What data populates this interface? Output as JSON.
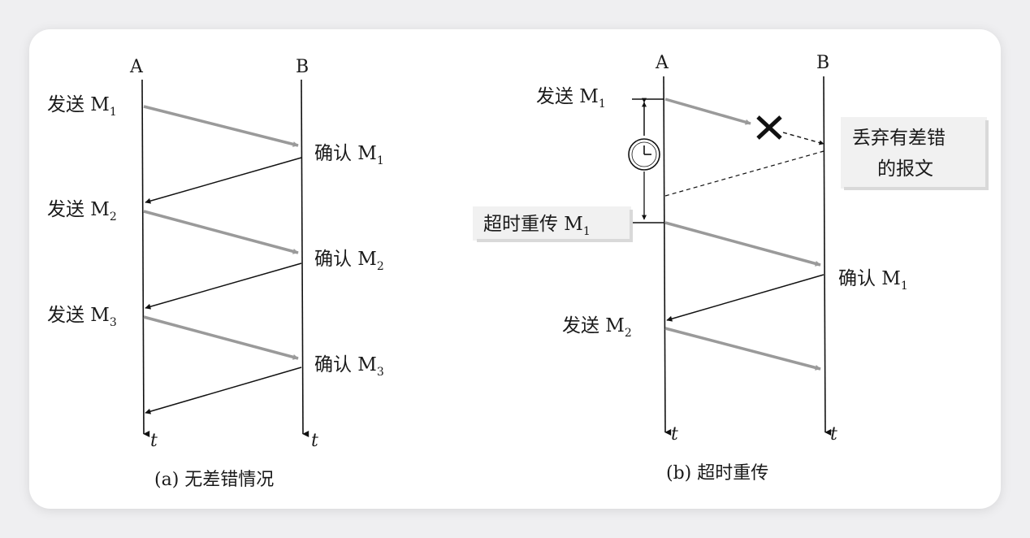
{
  "panel_a": {
    "node_a": "A",
    "node_b": "B",
    "time_axis_a": "t",
    "time_axis_b": "t",
    "send1": "发送 M",
    "send1_sub": "1",
    "send2": "发送 M",
    "send2_sub": "2",
    "send3": "发送 M",
    "send3_sub": "3",
    "ack1": "确认 M",
    "ack1_sub": "1",
    "ack2": "确认 M",
    "ack2_sub": "2",
    "ack3": "确认 M",
    "ack3_sub": "3",
    "caption": "(a) 无差错情况"
  },
  "panel_b": {
    "node_a": "A",
    "node_b": "B",
    "time_axis_a": "t",
    "time_axis_b": "t",
    "send1": "发送 M",
    "send1_sub": "1",
    "retransmit": "超时重传 M",
    "retransmit_sub": "1",
    "ack1": "确认 M",
    "ack1_sub": "1",
    "send2": "发送 M",
    "send2_sub": "2",
    "discard_line1": "丢弃有差错",
    "discard_line2": "的报文",
    "caption": "(b) 超时重传"
  },
  "colors": {
    "data_arrow": "#9a9a9a",
    "ack_arrow": "#111111",
    "timeline": "#111111",
    "callout_bg": "#f1f1f1"
  },
  "icons": [
    "timer-clock-icon",
    "error-cross-icon"
  ]
}
